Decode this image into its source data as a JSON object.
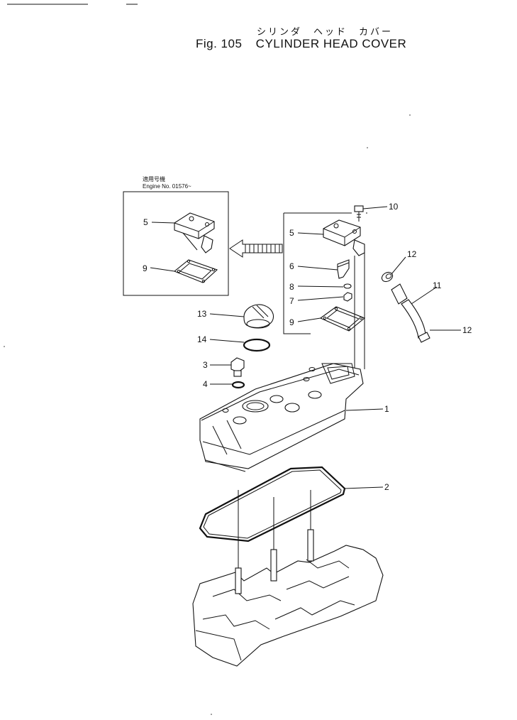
{
  "header": {
    "title_jp": "シリンダ　ヘッド　カバー",
    "fig_label": "Fig. 105",
    "title_en": "CYLINDER HEAD COVER"
  },
  "inset": {
    "label_jp": "適用号機",
    "label_en": "Engine  No. 01576~"
  },
  "callouts": {
    "c1": "1",
    "c2": "2",
    "c3": "3",
    "c4": "4",
    "c5a": "5",
    "c5b": "5",
    "c6": "6",
    "c7": "7",
    "c8": "8",
    "c9a": "9",
    "c9b": "9",
    "c10": "10",
    "c11": "11",
    "c12a": "12",
    "c12b": "12",
    "c13": "13",
    "c14": "14"
  }
}
